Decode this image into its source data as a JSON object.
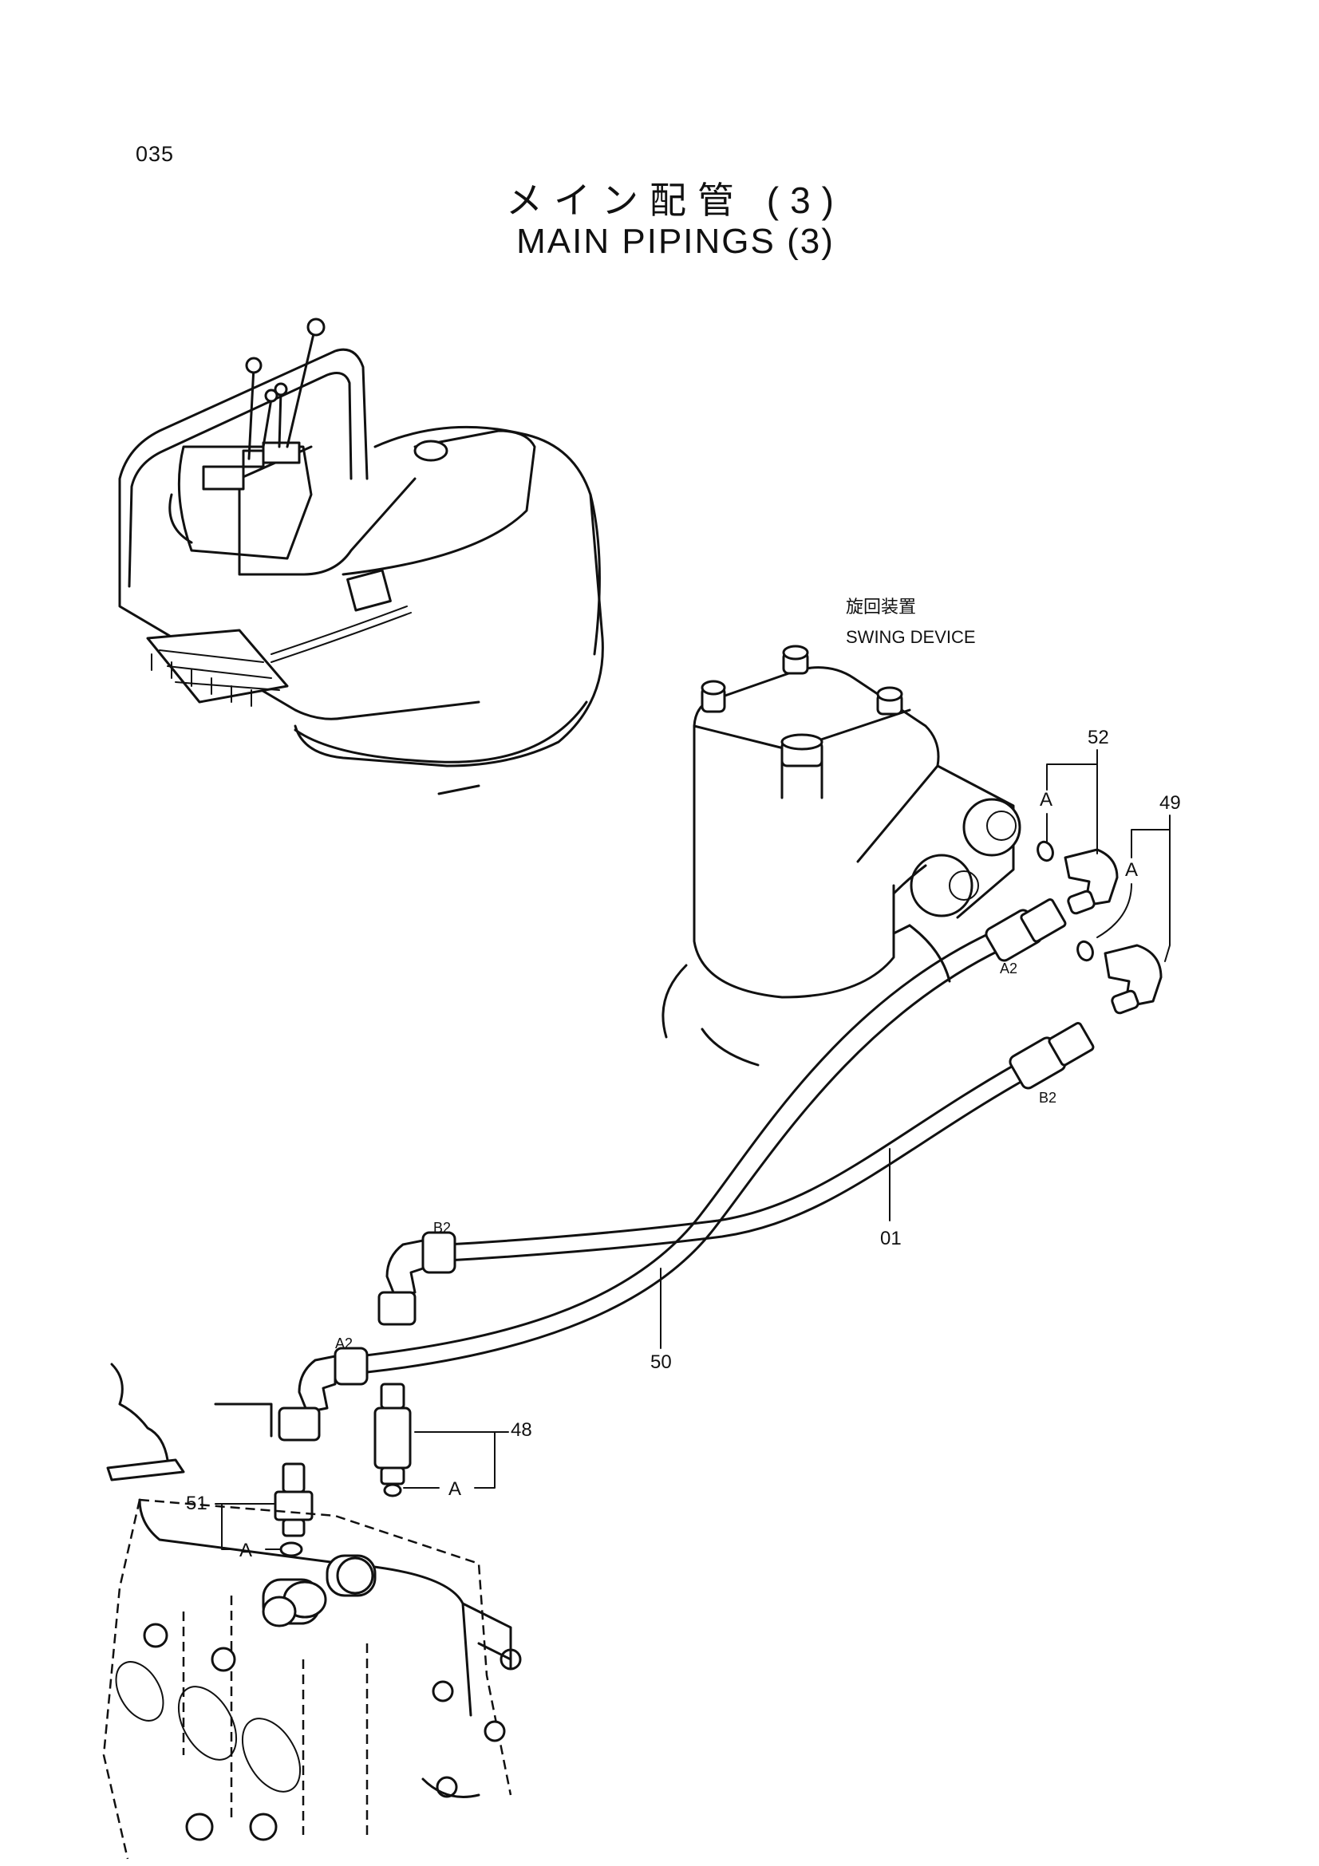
{
  "page_number": "035",
  "title_jp": "メイン配管 (3)",
  "title_en": "MAIN PIPINGS (3)",
  "component": {
    "label_jp": "旋回装置",
    "label_en": "SWING   DEVICE"
  },
  "callouts": [
    {
      "id": "52",
      "sub": "A"
    },
    {
      "id": "49",
      "sub": "A"
    },
    {
      "id": "48",
      "sub": "A"
    },
    {
      "id": "51",
      "sub": "A"
    },
    {
      "id": "01"
    },
    {
      "id": "50"
    }
  ],
  "port_labels": {
    "hose_50_top": "A2",
    "hose_01_top": "B2",
    "hose_01_bottom": "B2",
    "hose_50_bottom": "A2"
  }
}
